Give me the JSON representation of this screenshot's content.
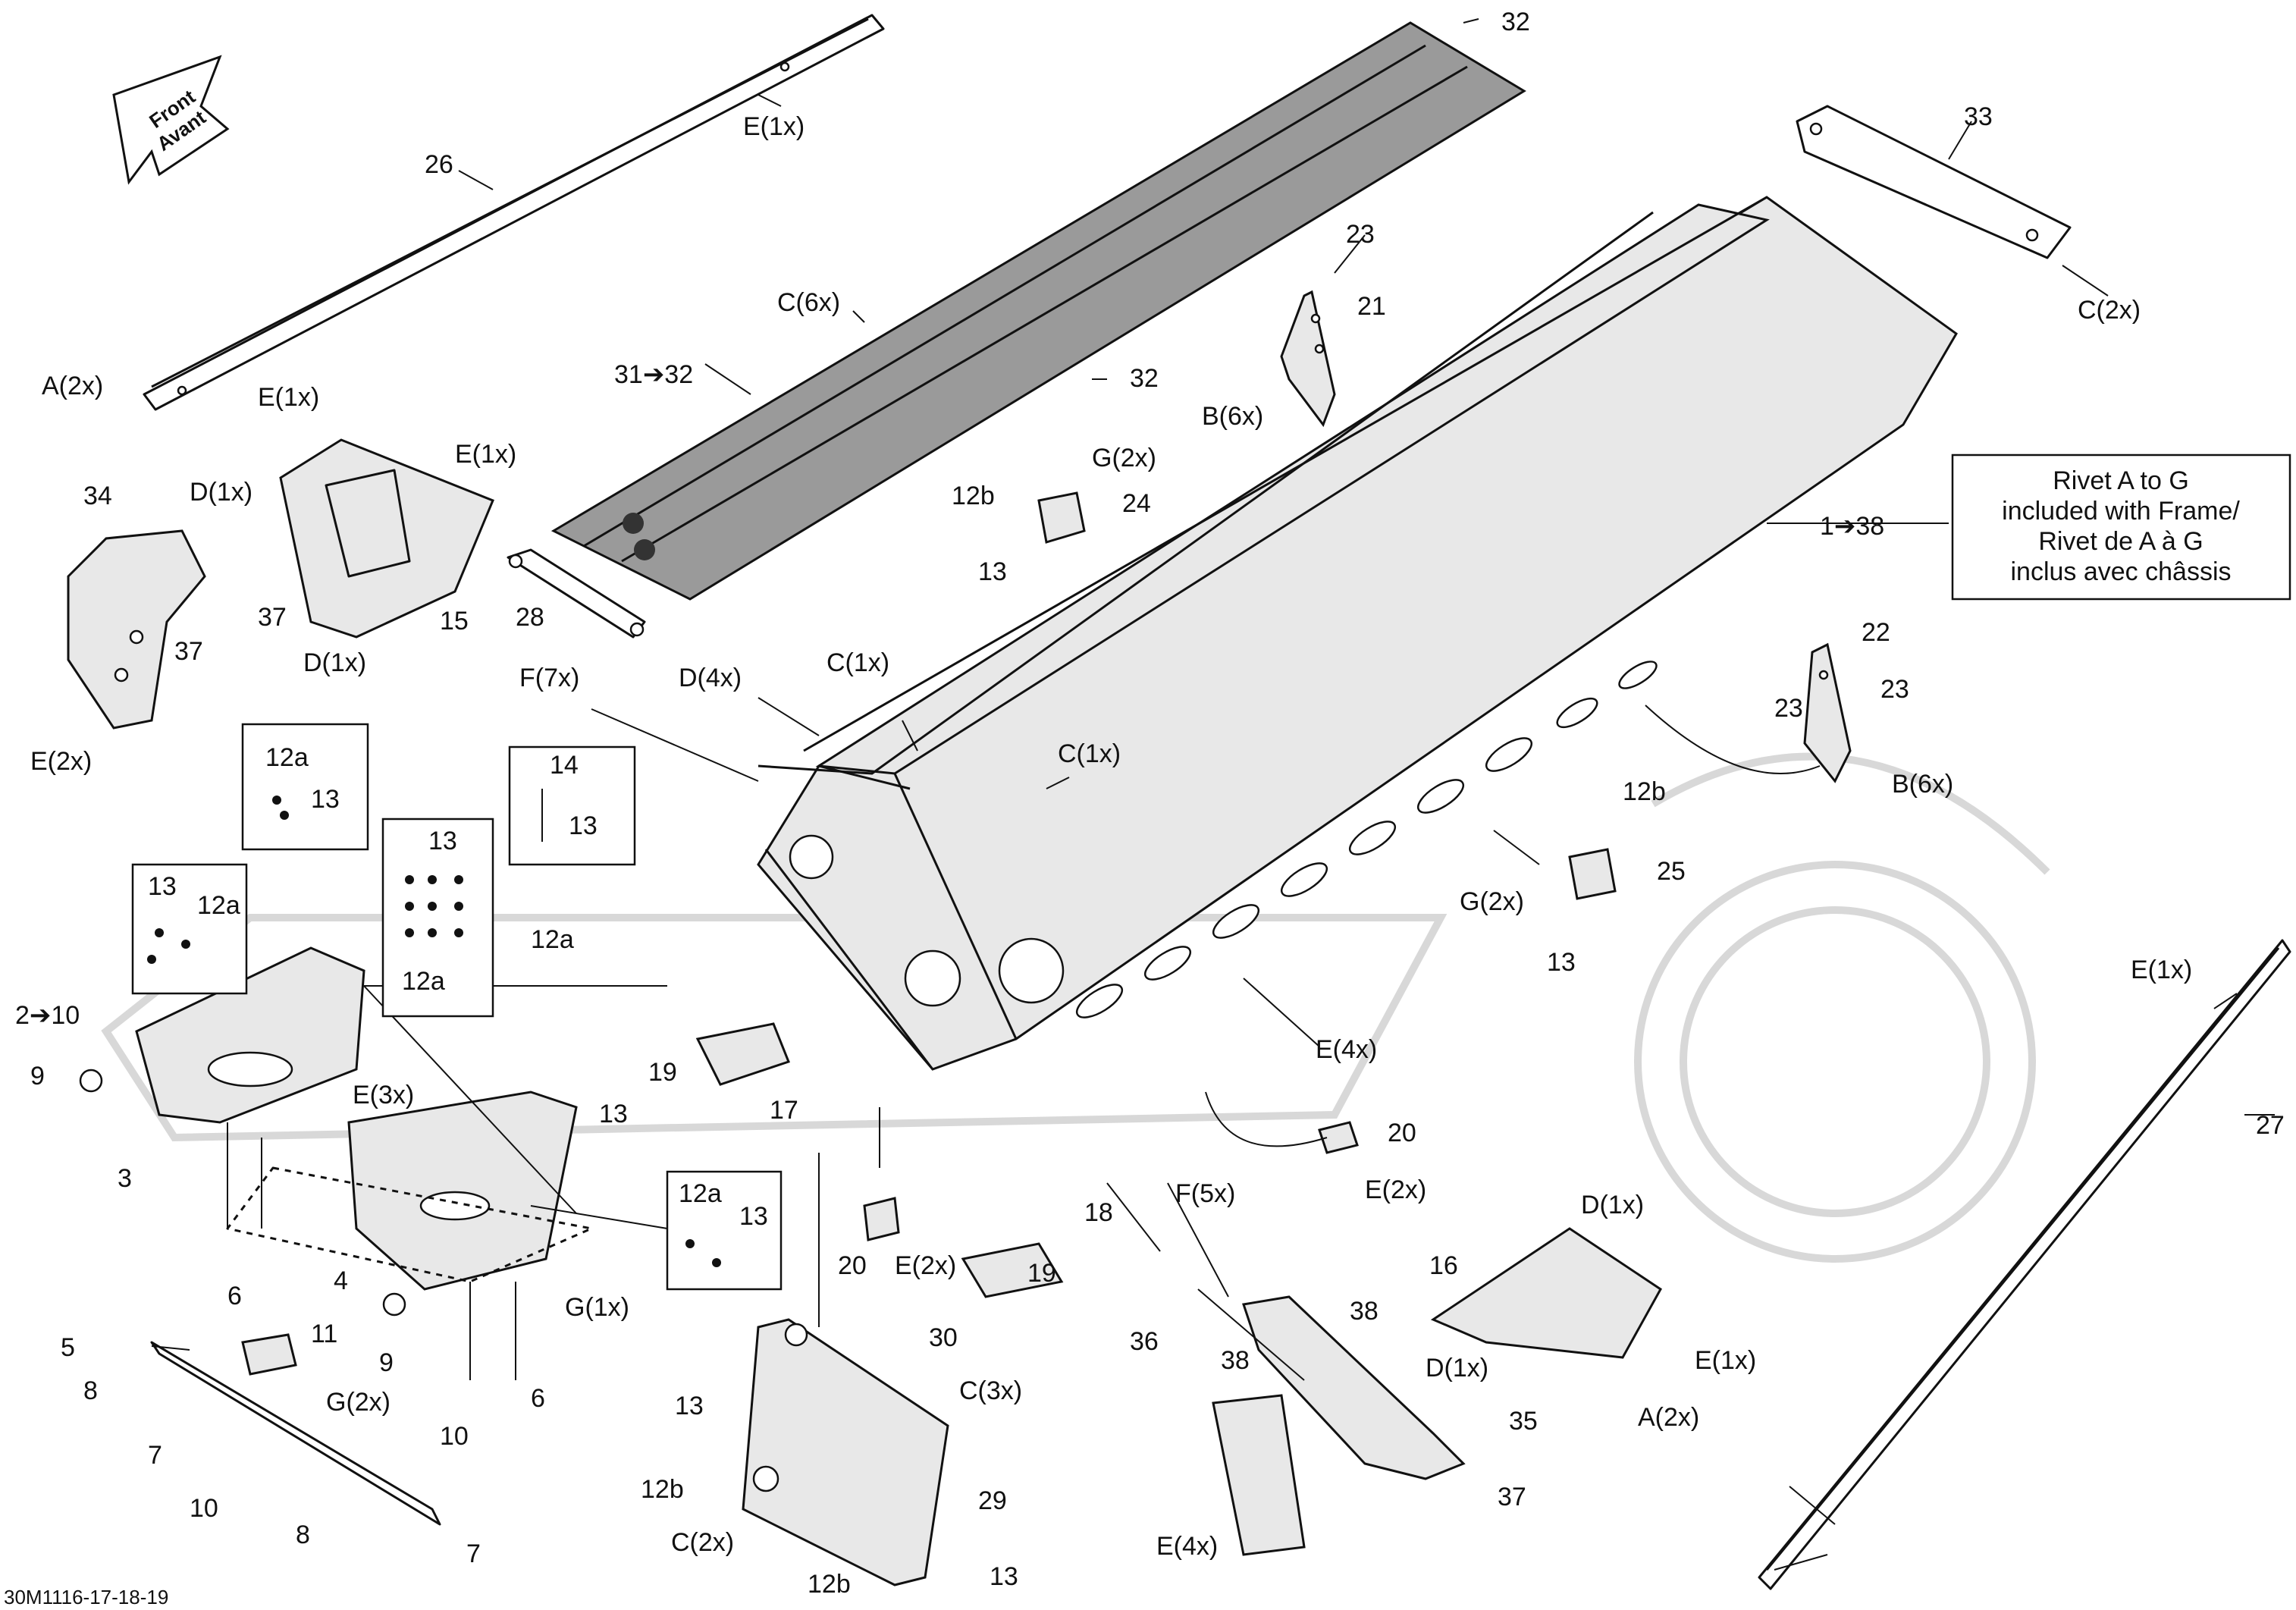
{
  "figure_code": "30M1116-17-18-19",
  "front_arrow": {
    "line1": "Front",
    "line2": "Avant"
  },
  "note": {
    "line1": "Rivet A to G",
    "line2": "included with Frame/",
    "line3": "Rivet de A à G",
    "line4": "inclus avec châssis"
  },
  "callouts": {
    "c26": "26",
    "c32a": "32",
    "c32b": "32",
    "c31_32": "31➔32",
    "c28": "28",
    "c33": "33",
    "c23a": "23",
    "c21": "21",
    "c24": "24",
    "c12b_a": "12b",
    "c13_a": "13",
    "c1_38": "1➔38",
    "c22": "22",
    "c23b": "23",
    "c23c": "23",
    "c25": "25",
    "c12b_b": "12b",
    "c13_b": "13",
    "c34": "34",
    "c37a": "37",
    "c37b": "37",
    "c15": "15",
    "c12a_box1": "12a",
    "c13_box1": "13",
    "c14": "14",
    "c13_box2": "13",
    "c13_box3a": "13",
    "c12a_box3": "12a",
    "c13_box4": "13",
    "c12a_box4": "12a",
    "c12a_free": "12a",
    "c13_free": "13",
    "c12a_box5": "12a",
    "c13_box5": "13",
    "c2_10": "2➔10",
    "c9a": "9",
    "c3": "3",
    "c19a": "19",
    "c17": "17",
    "c20a": "20",
    "c20b": "20",
    "c18": "18",
    "c19b": "19",
    "c6a": "6",
    "c4": "4",
    "c9b": "9",
    "c11": "11",
    "c5": "5",
    "c8a": "8",
    "c6b": "6",
    "c7a": "7",
    "c10a": "10",
    "c10b": "10",
    "c8b": "8",
    "c7b": "7",
    "c30": "30",
    "c13_c": "13",
    "c29": "29",
    "c12b_c": "12b",
    "c12b_d": "12b",
    "c13_d": "13",
    "c36": "36",
    "c38a": "38",
    "c38b": "38",
    "c35": "35",
    "c37c": "37",
    "c16": "16",
    "c27": "27"
  },
  "rivets": {
    "e1x_top": "E(1x)",
    "c6x": "C(6x)",
    "a2x_left": "A(2x)",
    "e1x_left": "E(1x)",
    "c2x_33": "C(2x)",
    "b6x_21": "B(6x)",
    "g2x_24": "G(2x)",
    "e1x_15": "E(1x)",
    "d1x_34": "D(1x)",
    "d1x_15": "D(1x)",
    "e2x_34": "E(2x)",
    "f7x": "F(7x)",
    "d4x": "D(4x)",
    "c1x_a": "C(1x)",
    "c1x_b": "C(1x)",
    "b6x_22": "B(6x)",
    "g2x_25": "G(2x)",
    "e3x": "E(3x)",
    "e4x_frame": "E(4x)",
    "e2x_20": "E(2x)",
    "f5x": "F(5x)",
    "e2x_18": "E(2x)",
    "g1x": "G(1x)",
    "g2x_11": "G(2x)",
    "c3x": "C(3x)",
    "c2x_29": "C(2x)",
    "d1x_16a": "D(1x)",
    "d1x_16b": "D(1x)",
    "e1x_27a": "E(1x)",
    "e1x_27b": "E(1x)",
    "a2x_right": "A(2x)",
    "e4x_35": "E(4x)"
  }
}
